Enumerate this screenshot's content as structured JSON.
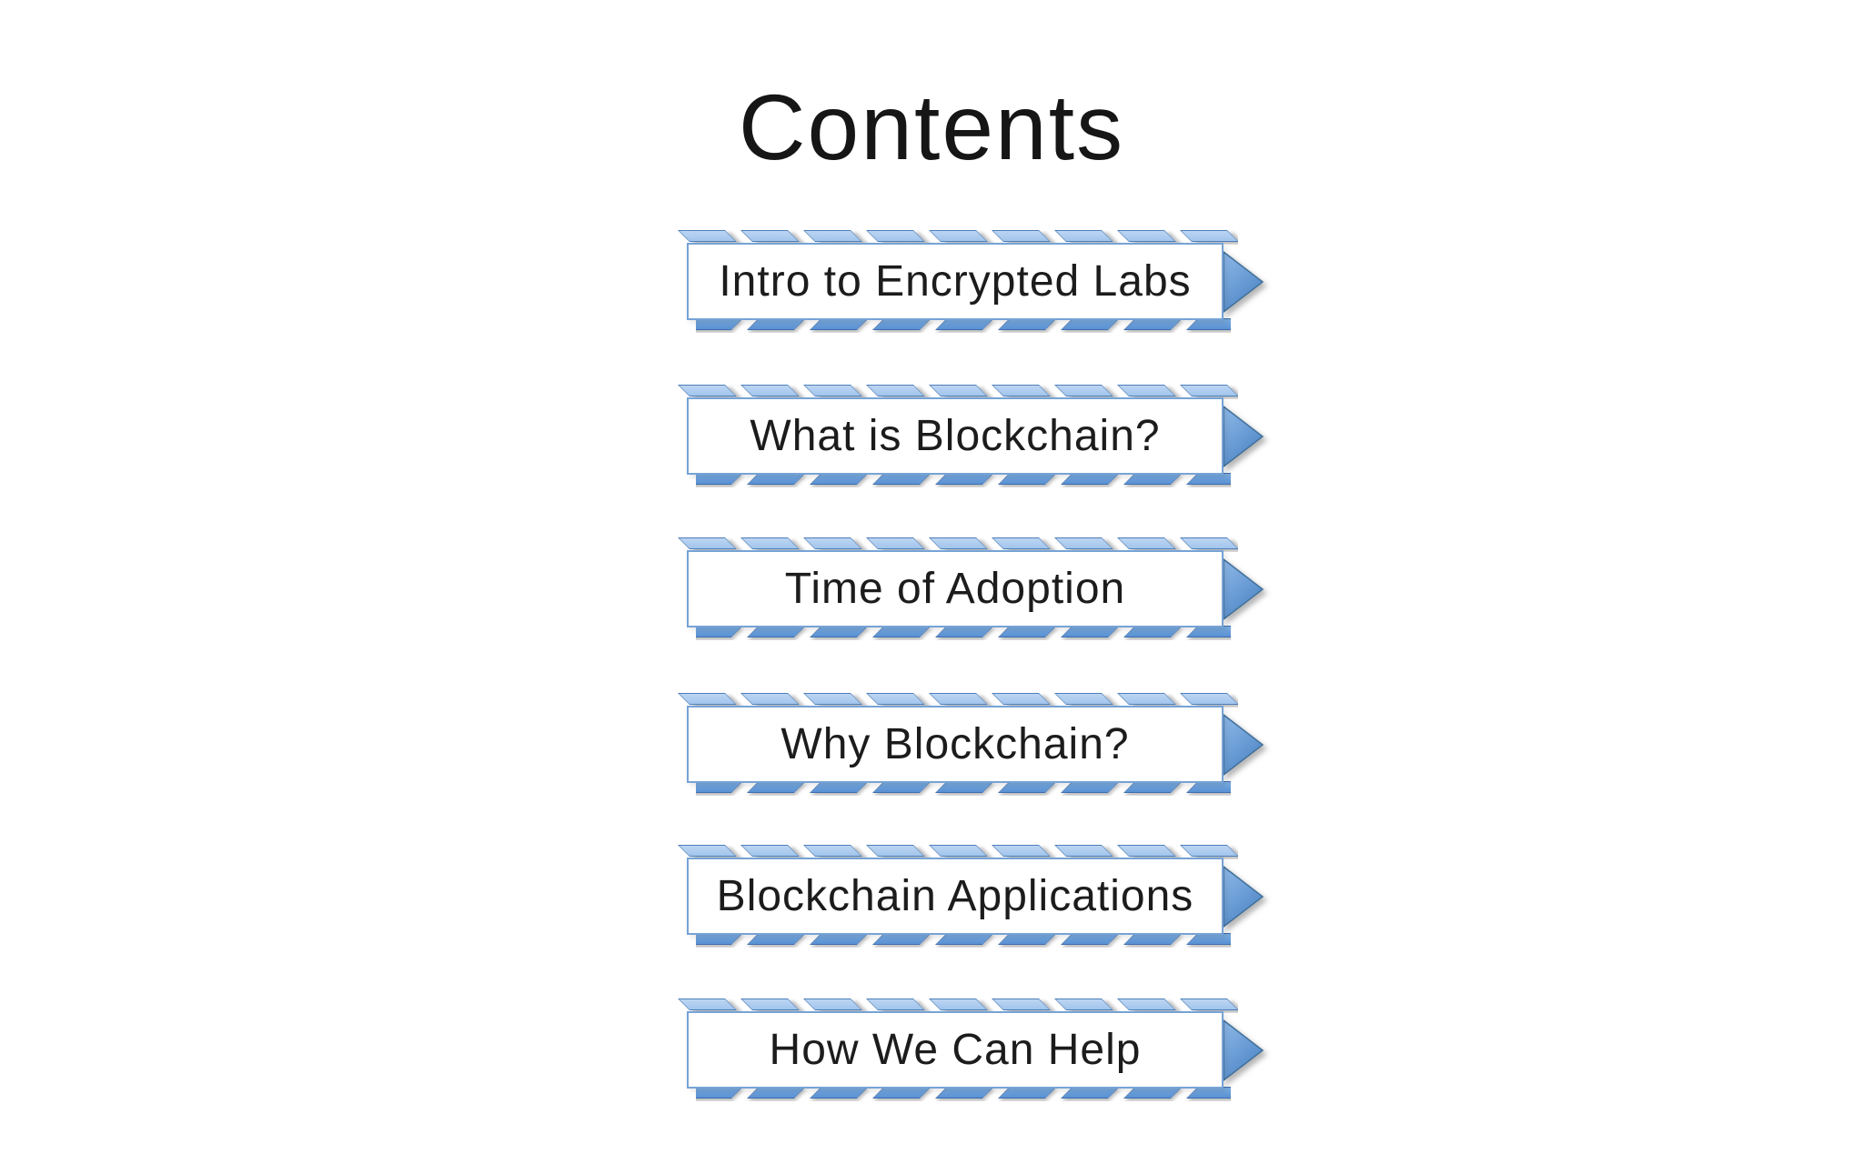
{
  "slide": {
    "title": "Contents"
  },
  "toc": {
    "items": [
      {
        "label": "Intro to Encrypted Labs"
      },
      {
        "label": "What is Blockchain?"
      },
      {
        "label": "Time of Adoption"
      },
      {
        "label": "Why Blockchain?"
      },
      {
        "label": "Blockchain Applications"
      },
      {
        "label": "How We Can Help"
      }
    ]
  },
  "colors": {
    "background": "#ffffff",
    "ribbon_light_fill": "#aecbef",
    "ribbon_light_outline": "#4e7fba",
    "ribbon_dark_fill": "#5e97d8",
    "ribbon_dark_outline": "#3e6fae",
    "box_border": "#76a3d6",
    "arrow_fill_top": "#8fb9e8",
    "arrow_fill_bottom": "#4e86c6",
    "arrow_outline": "#41719c",
    "text": "#1c1c1c"
  }
}
